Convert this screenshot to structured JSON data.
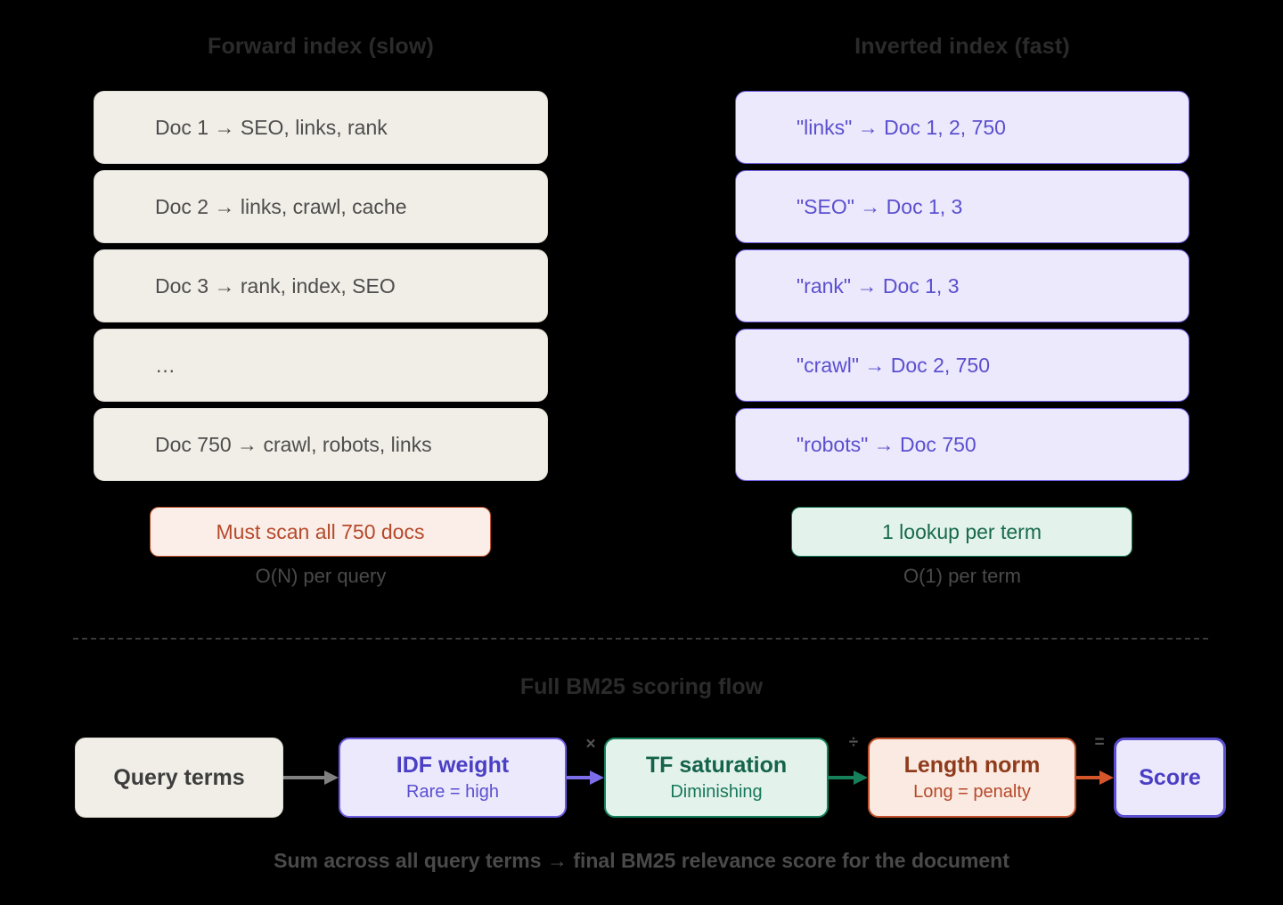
{
  "forward": {
    "title": "Forward index (slow)",
    "items": [
      "Doc 1 → SEO, links, rank",
      "Doc 2 → links, crawl, cache",
      "Doc 3 → rank, index, SEO",
      "…",
      "Doc 750 → crawl, robots, links"
    ],
    "badge": "Must scan all 750 docs",
    "complexity": "O(N) per query",
    "fill_color": "#f1eee7",
    "text_color": "#4d4d4d",
    "badge_color": "#b5492a"
  },
  "inverted": {
    "title": "Inverted index (fast)",
    "items": [
      "\"links\" → Doc 1, 2, 750",
      "\"SEO\" → Doc 1, 3",
      "\"rank\" → Doc 1, 3",
      "\"crawl\" → Doc 2, 750",
      "\"robots\" → Doc 750"
    ],
    "badge": "1 lookup per term",
    "complexity": "O(1) per term",
    "fill_color": "#ebe9fb",
    "border_color": "#6c5ce0",
    "text_color": "#5b4fcf",
    "badge_color": "#17694a"
  },
  "flow": {
    "title": "Full BM25 scoring flow",
    "footer": "Sum across all query terms → final BM25 relevance score for the document",
    "nodes": [
      {
        "label": "Query terms",
        "sub": ""
      },
      {
        "label": "IDF weight",
        "sub": "Rare = high"
      },
      {
        "label": "TF saturation",
        "sub": "Diminishing"
      },
      {
        "label": "Length norm",
        "sub": "Long = penalty"
      },
      {
        "label": "Score",
        "sub": ""
      }
    ],
    "operators": [
      "×",
      "÷",
      "="
    ],
    "arrow_colors": [
      "#808080",
      "#7b6ee8",
      "#16805a",
      "#d4552a"
    ]
  }
}
